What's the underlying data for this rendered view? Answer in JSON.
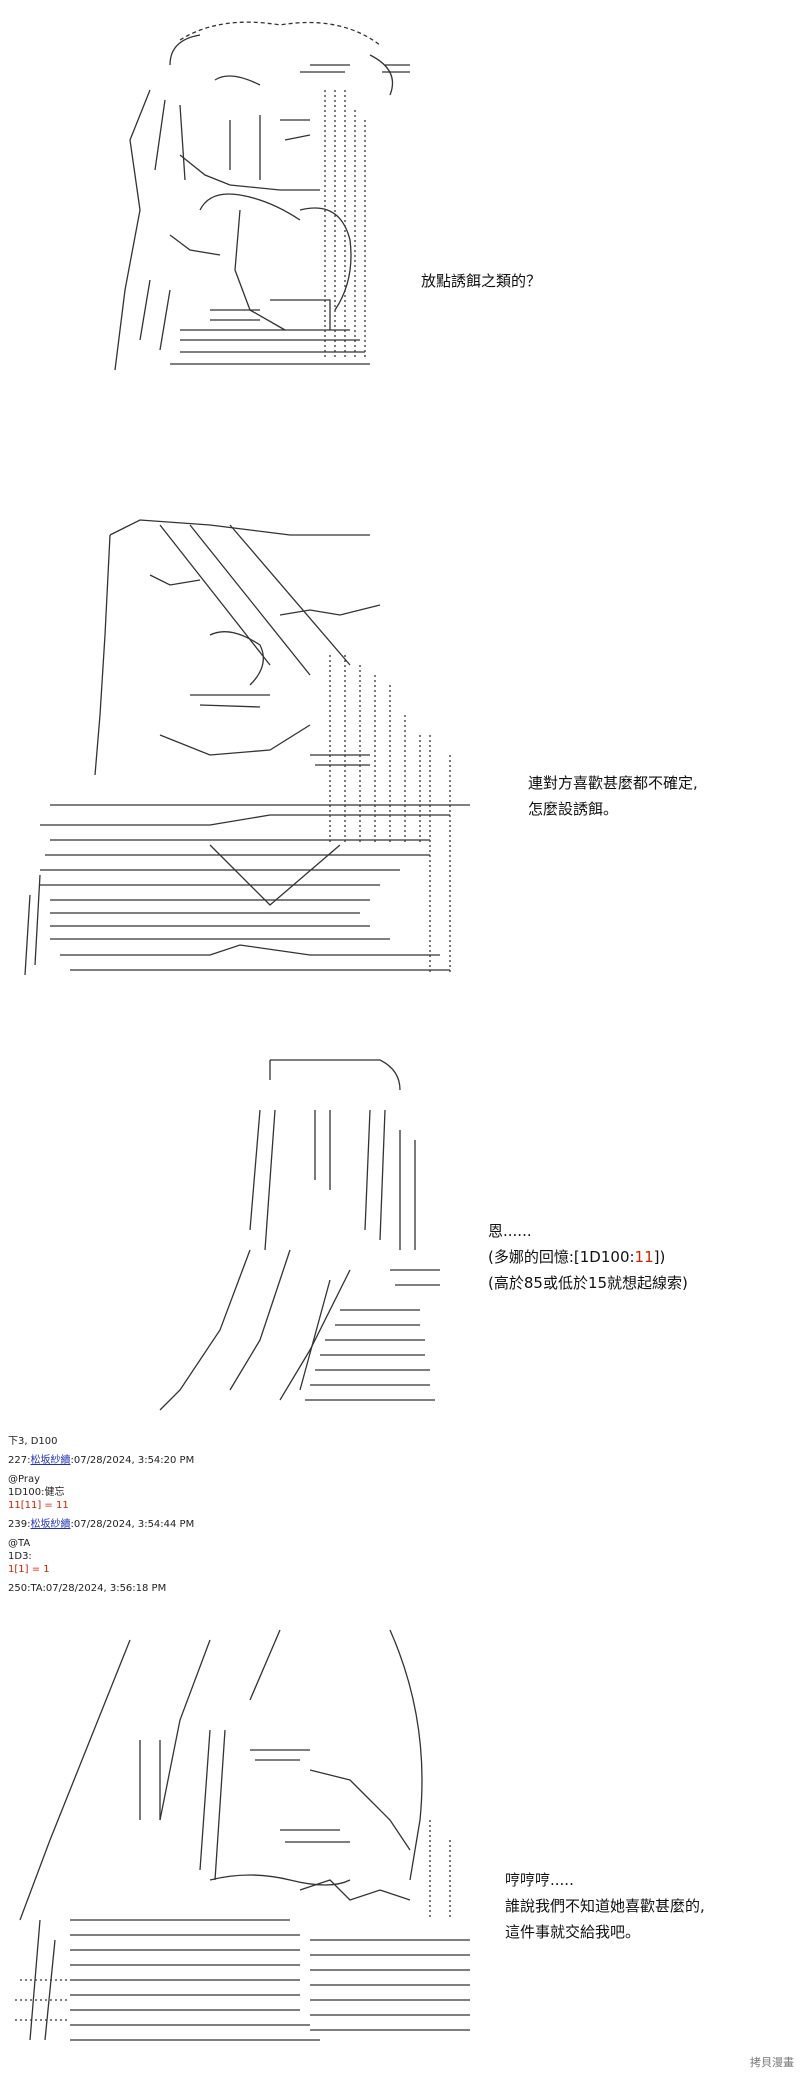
{
  "panels": [
    {
      "dialogue": [
        "放點誘餌之類的？"
      ]
    },
    {
      "dialogue": [
        "連對方喜歡甚麼都不確定,",
        "怎麼設誘餌。"
      ]
    },
    {
      "dialogue": [
        "恩......",
        "(多娜的回憶:[1D100:",
        "11",
        "])",
        "(高於85或低於15就想起線索)"
      ]
    },
    {
      "dialogue": [
        "哼哼哼.....",
        "誰說我們不知道她喜歡甚麼的,",
        "這件事就交給我吧。"
      ]
    }
  ],
  "log": {
    "header": "下3, D100",
    "entries": [
      {
        "num": "227:",
        "name": "松坂紗續",
        "time": ":07/28/2024, 3:54:20 PM",
        "lines": [
          "@Pray",
          "1D100:健忘"
        ],
        "roll": "11[11] = 11"
      },
      {
        "num": "239:",
        "name": "松坂紗續",
        "time": ":07/28/2024, 3:54:44 PM",
        "lines": [
          "@TA",
          "1D3:"
        ],
        "roll": "1[1] = 1"
      },
      {
        "num": "250:",
        "name": "TA",
        "time": ":07/28/2024, 3:56:18 PM",
        "lines": [],
        "roll": ""
      }
    ]
  },
  "watermark": "拷貝漫畫",
  "colors": {
    "roll_highlight": "#cc2200",
    "link": "#2233bb",
    "line_art": "#333333"
  }
}
